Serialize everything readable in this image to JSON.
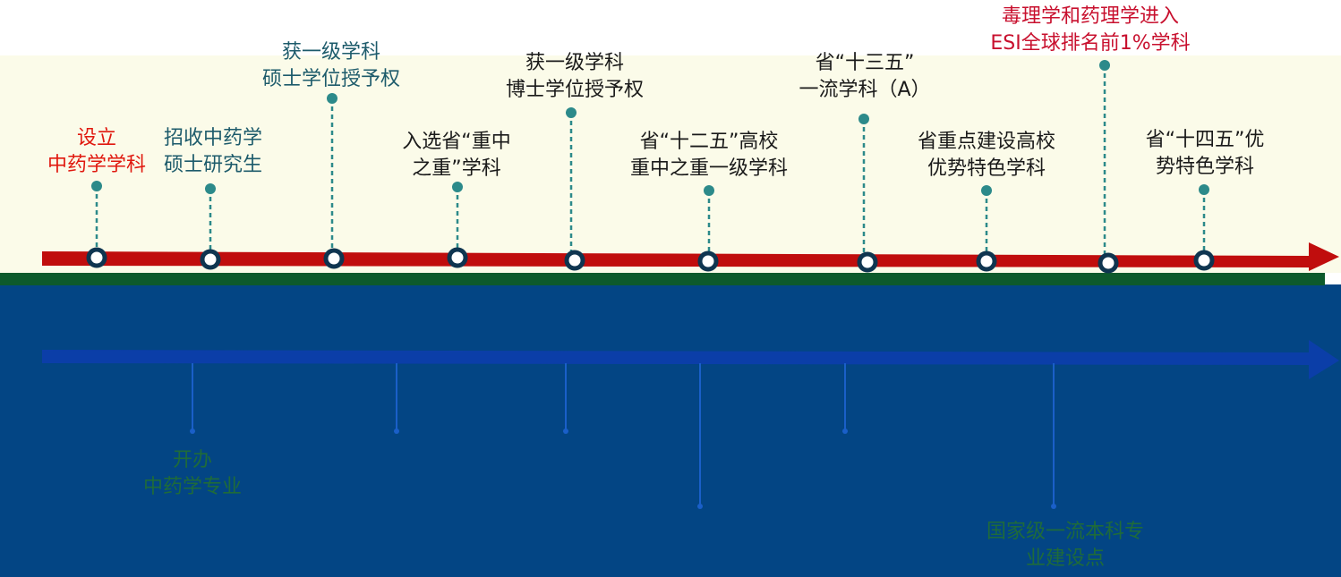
{
  "timeline": {
    "top_events": [
      {
        "id": "e1",
        "lines": [
          "设立",
          "中药学学科"
        ],
        "color": "#e0180e"
      },
      {
        "id": "e2",
        "lines": [
          "招收中药学",
          "硕士研究生"
        ],
        "color": "#1d5b6b"
      },
      {
        "id": "e3",
        "lines": [
          "获一级学科",
          "硕士学位授予权"
        ],
        "color": "#1d5b6b"
      },
      {
        "id": "e4",
        "lines": [
          "入选省“重中",
          "之重”学科"
        ],
        "color": "#1a1a1a"
      },
      {
        "id": "e5",
        "lines": [
          "获一级学科",
          "博士学位授予权"
        ],
        "color": "#1a1a1a"
      },
      {
        "id": "e6",
        "lines": [
          "省“十二五”高校",
          "重中之重一级学科"
        ],
        "color": "#1a1a1a"
      },
      {
        "id": "e7",
        "lines": [
          "省“十三五”",
          "一流学科（A）"
        ],
        "color": "#1a1a1a"
      },
      {
        "id": "e8",
        "lines": [
          "省重点建设高校",
          "优势特色学科"
        ],
        "color": "#1a1a1a"
      },
      {
        "id": "e9",
        "lines": [
          "毒理学和药理学进入",
          "ESI全球排名前1%学科"
        ],
        "color": "#c8102e"
      },
      {
        "id": "e10",
        "lines": [
          "省“十四五”优",
          "势特色学科"
        ],
        "color": "#1a1a1a"
      }
    ],
    "bottom_events": [
      {
        "id": "b1",
        "lines": [
          "开办",
          "中药学专业"
        ]
      },
      {
        "id": "b2",
        "lines": [
          "国家级一流本科专",
          "业建设点"
        ]
      }
    ],
    "colors": {
      "red_arrow": "#c00d0d",
      "blue_arrow": "#0b3ea8",
      "teal_dot": "#2c8a8a",
      "ring": "#0f3550",
      "cream": "#fbfbe9",
      "navy": "#034584",
      "green": "#0d5a2c"
    }
  }
}
